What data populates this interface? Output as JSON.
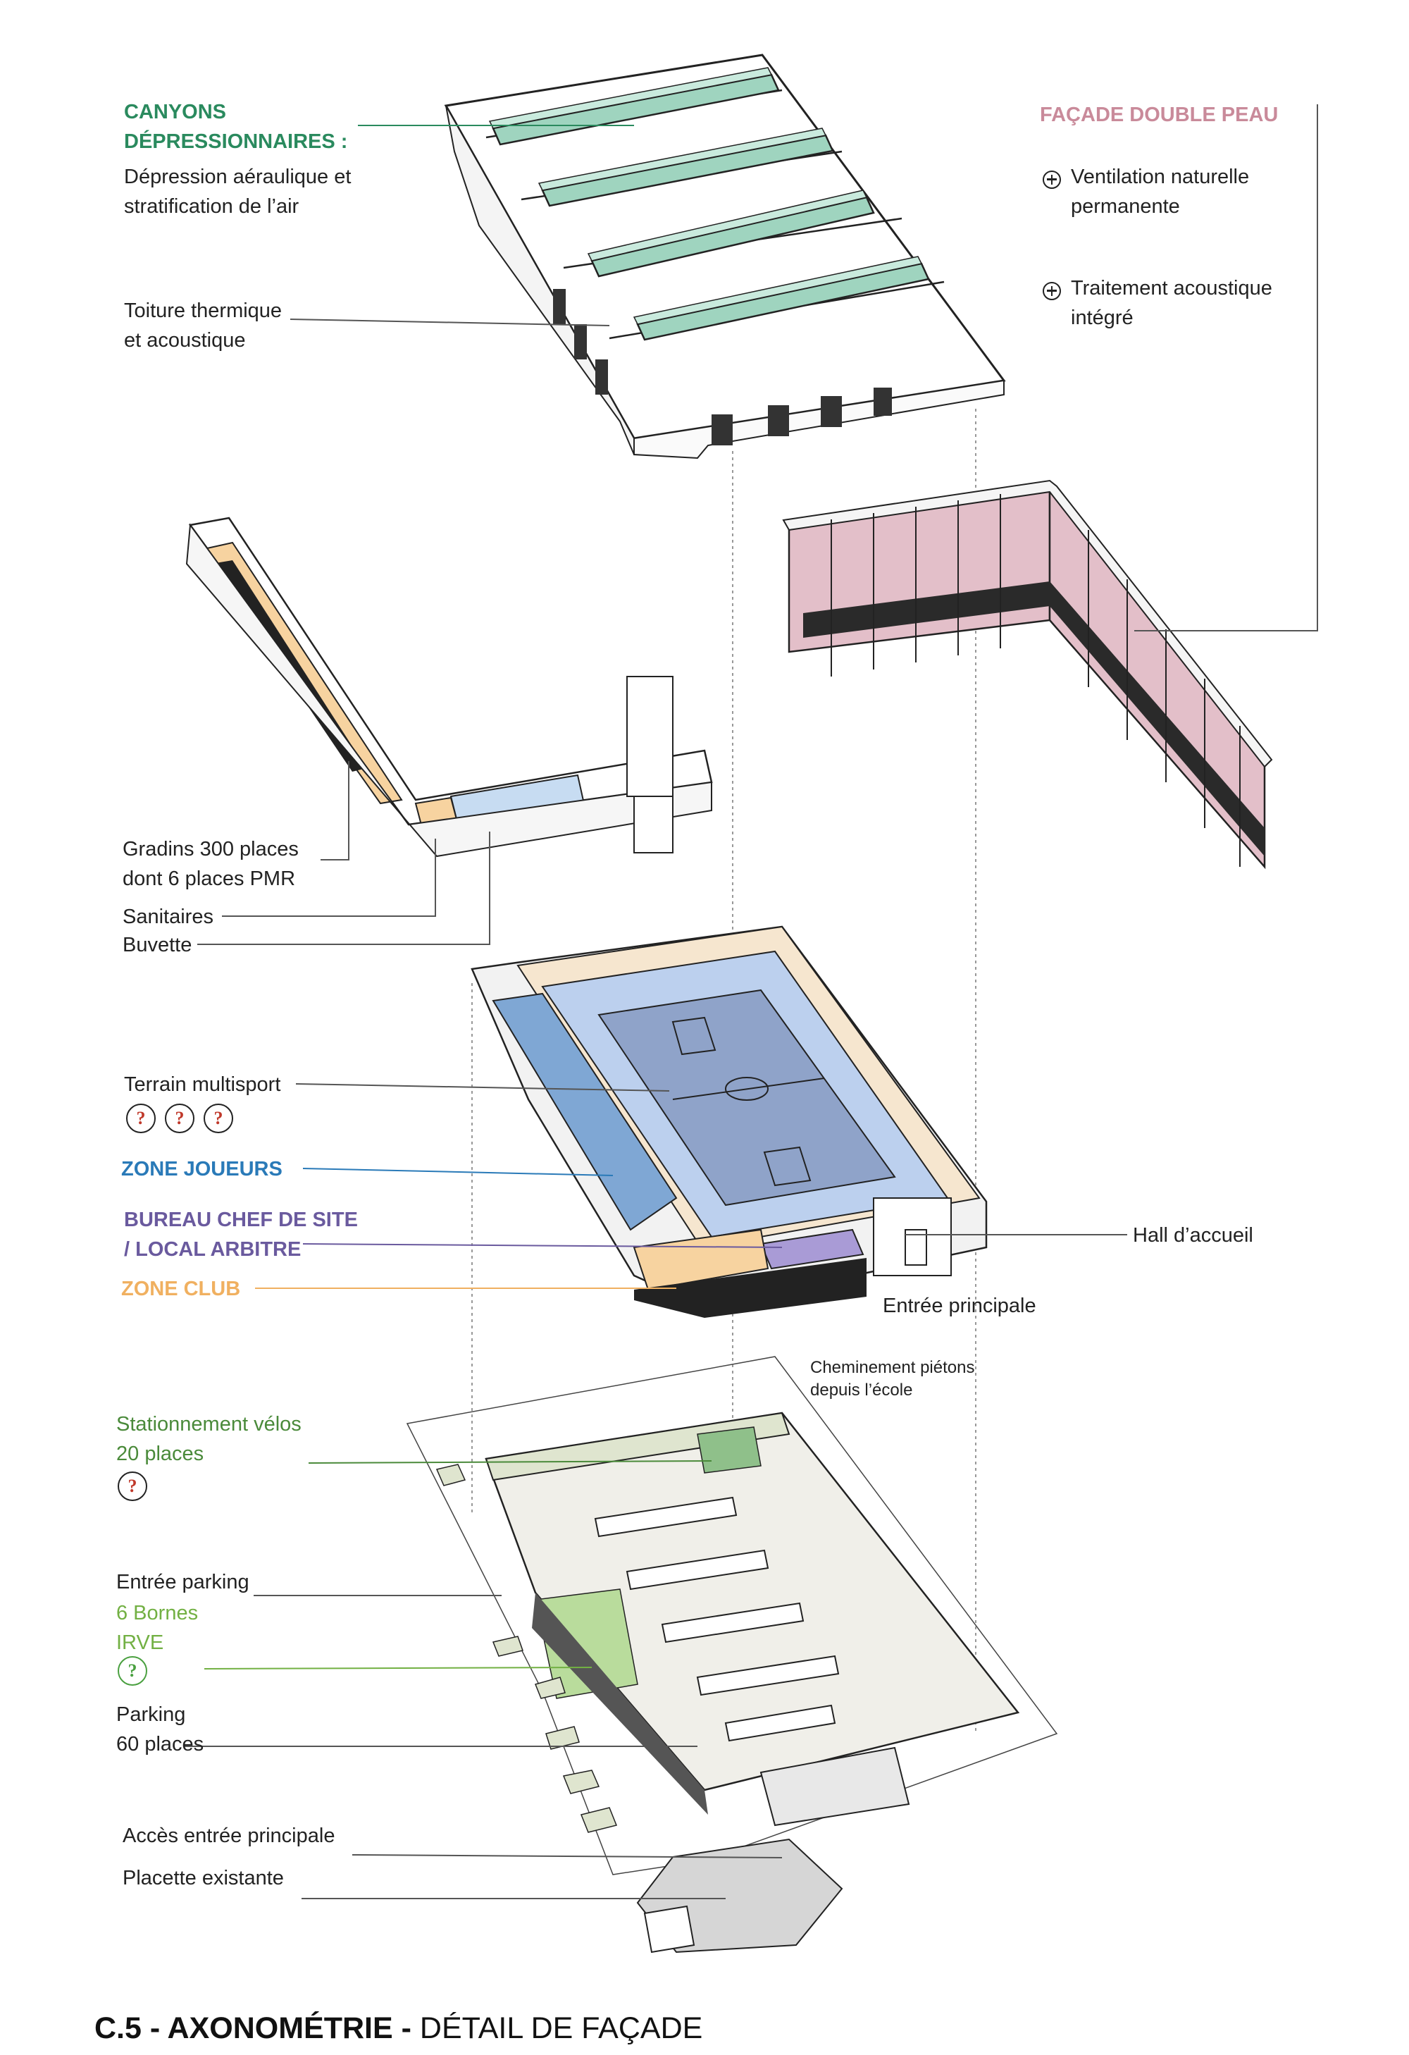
{
  "labels": {
    "canyons_title": "CANYONS\nDÉPRESSIONNAIRES :",
    "canyons_desc": "Dépression aéraulique et\nstratification de l’air",
    "toiture": "Toiture thermique\net acoustique",
    "facade_title": "FAÇADE DOUBLE PEAU",
    "ventilation": "Ventilation naturelle\npermanente",
    "acoustique": "Traitement acoustique\nintégré",
    "gradins": "Gradins 300 places\ndont 6 places PMR",
    "sanitaires": "Sanitaires",
    "buvette": "Buvette",
    "terrain": "Terrain multisport",
    "zone_joueurs": "ZONE JOUEURS",
    "bureau": "BUREAU CHEF DE SITE\n/ LOCAL ARBITRE",
    "zone_club": "ZONE CLUB",
    "hall": "Hall d’accueil",
    "entree_principale": "Entrée principale",
    "cheminement": "Cheminement piétons\ndepuis l’école",
    "velos": "Stationnement vélos\n20 places",
    "entree_parking": "Entrée parking",
    "bornes": "6 Bornes\nIRVE",
    "parking": "Parking\n60 places",
    "acces": "Accès entrée principale",
    "placette": "Placette existante"
  },
  "help_mark": "?",
  "title": {
    "code": "C.5 - AXONOMÉTRIE -",
    "subtitle": "DÉTAIL DE FAÇADE"
  },
  "colors": {
    "canyon_green": "#9fd4bf",
    "facade_pink": "#e3bfc9",
    "court_blue": "#8fa3c9",
    "court_outer": "#bcd0ee",
    "zone_joueurs": "#7fa7d4",
    "bureau_purple": "#a99bd6",
    "zone_club": "#f7d3a0",
    "irve_green": "#b9dc9c",
    "velo_green": "#8fc08a"
  }
}
